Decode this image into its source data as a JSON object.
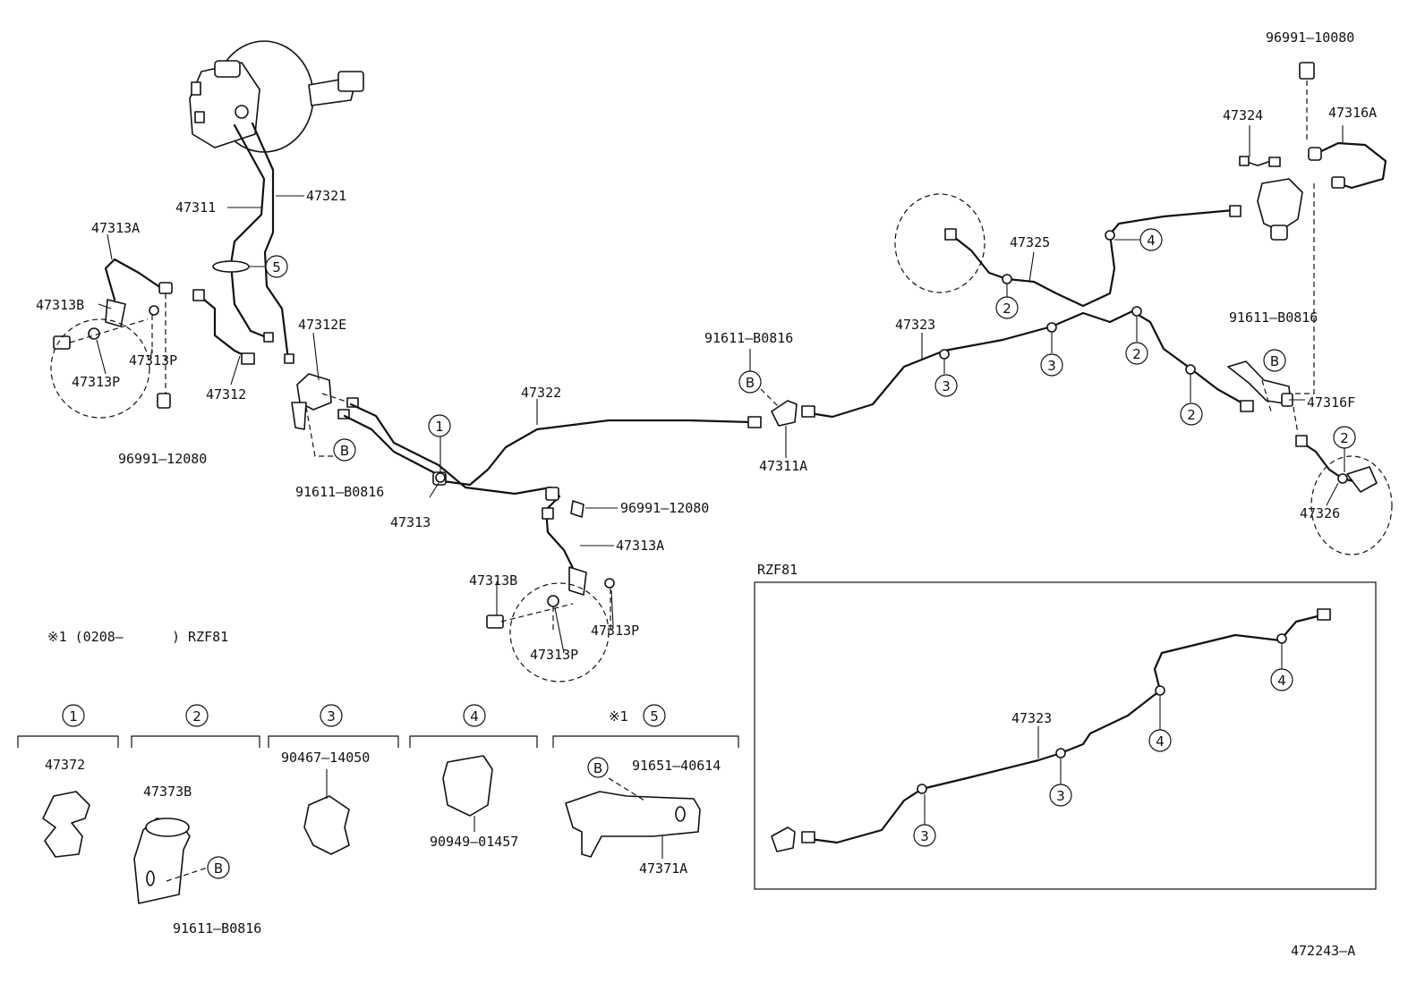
{
  "labels": {
    "p96991_10080": "96991—10080",
    "p47324": "47324",
    "p47316A": "47316A",
    "p47313A_top": "47313A",
    "p47311": "47311",
    "p47321": "47321",
    "p47325": "47325",
    "p47313B_top": "47313B",
    "p47312E": "47312E",
    "p47323_main": "47323",
    "p91611_right": "91611—B0816",
    "p91611_mid": "91611—B0816",
    "p47313P_top1": "47313P",
    "p47313P_top2": "47313P",
    "p47312": "47312",
    "p47322": "47322",
    "p47316F": "47316F",
    "p96991_12080_left": "96991—12080",
    "p47311A": "47311A",
    "p91611_left": "91611—B0816",
    "p47313": "47313",
    "p96991_12080_mid": "96991—12080",
    "p47326": "47326",
    "p47313A_mid": "47313A",
    "rzf81_box": "RZF81",
    "p47313B_mid": "47313B",
    "note_x1": "※1 (0208—      ) RZF81",
    "p47313P_mid1": "47313P",
    "p47313P_mid2": "47313P",
    "p47372": "47372",
    "p47373B": "47373B",
    "p90467": "90467—14050",
    "p91651": "91651—40614",
    "p90949": "90949—01457",
    "p47371A": "47371A",
    "p91611_bottom": "91611—B0816",
    "p47323_box": "47323",
    "doc_id": "472243—A"
  },
  "callouts": {
    "c1": "1",
    "c2": "2",
    "c3": "3",
    "c4": "4",
    "c5": "5",
    "cB": "B"
  },
  "legend": {
    "n1": "1",
    "n2": "2",
    "n3": "3",
    "n4": "4",
    "x1_5": "※1",
    "n5": "5"
  }
}
